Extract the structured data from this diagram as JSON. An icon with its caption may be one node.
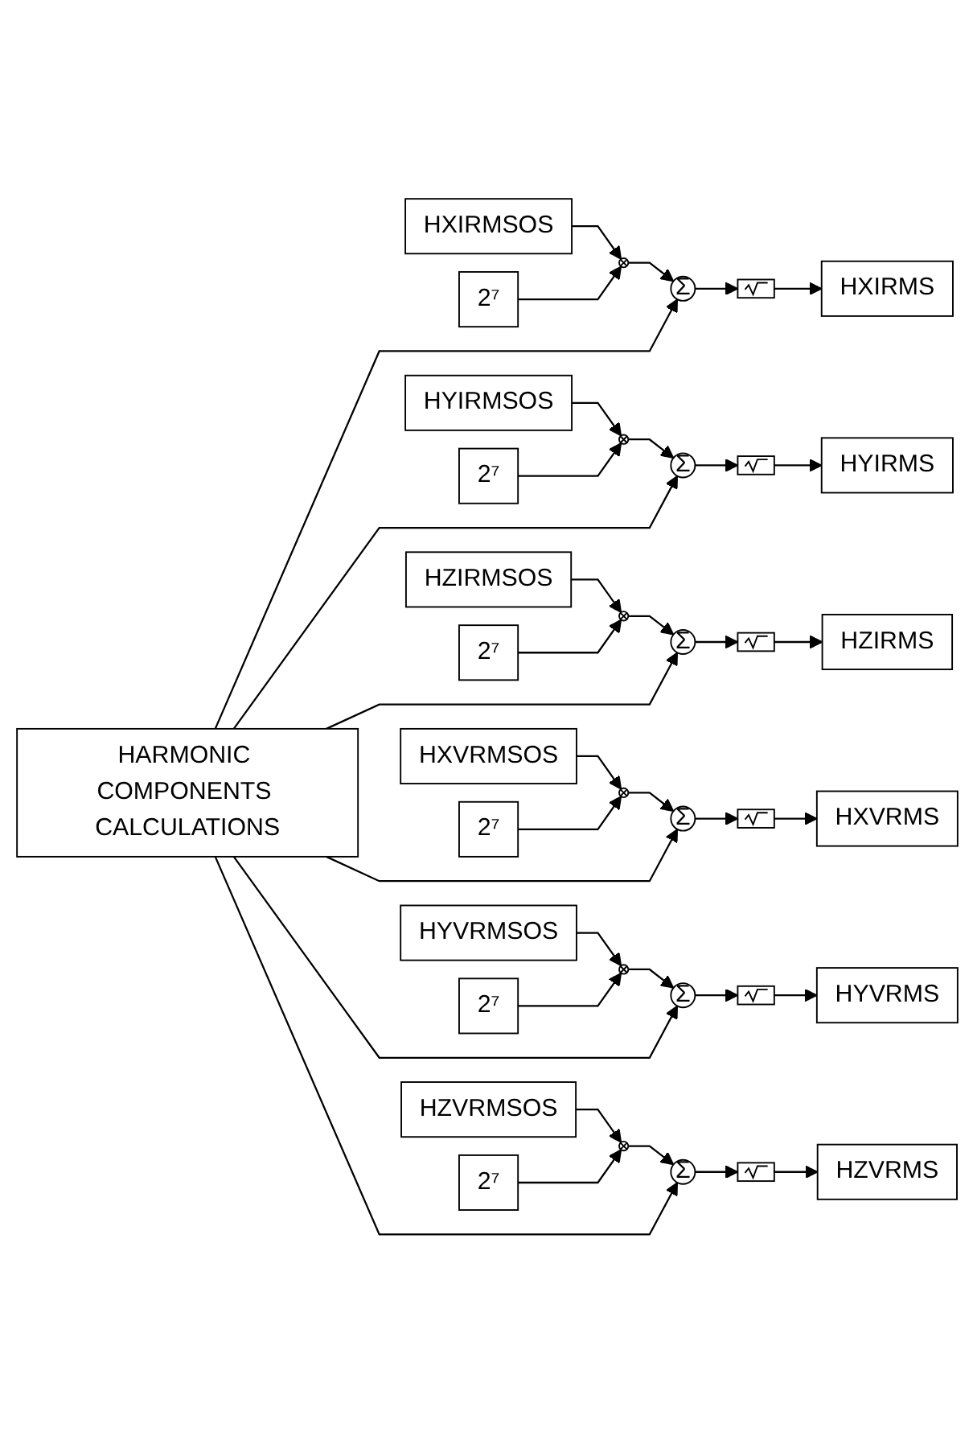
{
  "diagram": {
    "nodes": [
      {
        "text": [
          "HARMONIC COMPONENTS CALCULATIONS"
        ]
      },
      {
        "text": [
          "HXIRMSOS"
        ]
      },
      {
        "text": [
          "2⁷"
        ]
      },
      {
        "text": [],
        "shape": "circle"
      },
      {
        "text": [
          "Σ"
        ]
      },
      {
        "text": [],
        "shape": "box"
      },
      {
        "text": [
          "HXIRMS"
        ]
      },
      {
        "text": [
          "HYIRMSOS"
        ]
      },
      {
        "text": [
          "2⁷"
        ]
      },
      {
        "text": [],
        "shape": "circle"
      },
      {
        "text": [
          "Σ"
        ]
      },
      {
        "text": [],
        "shape": "box"
      },
      {
        "text": [
          "HYIRMS"
        ]
      },
      {
        "text": [
          "HZIRMSOS"
        ]
      },
      {
        "text": [
          "2⁷"
        ]
      },
      {
        "text": [],
        "shape": "circle"
      },
      {
        "text": [
          "Σ"
        ]
      },
      {
        "text": [],
        "shape": "box"
      },
      {
        "text": [
          "HZIRMS"
        ]
      },
      {
        "text": [
          "HXVRMSOS"
        ]
      },
      {
        "text": [
          "2⁷"
        ]
      },
      {
        "text": [],
        "shape": "circle"
      },
      {
        "text": [
          "Σ"
        ]
      },
      {
        "text": [],
        "shape": "box"
      },
      {
        "text": [
          "HXVRMS"
        ]
      },
      {
        "text": [
          "HYVRMSOS"
        ]
      },
      {
        "text": [
          "2⁷"
        ]
      },
      {
        "text": [],
        "shape": "circle"
      },
      {
        "text": [
          "Σ"
        ]
      },
      {
        "text": [],
        "shape": "box"
      },
      {
        "text": [
          "HYVRMS"
        ]
      },
      {
        "text": [
          "HZVRMSOS"
        ]
      },
      {
        "text": [
          "2⁷"
        ]
      },
      {
        "text": [],
        "shape": "circle"
      },
      {
        "text": [
          "Σ"
        ]
      },
      {
        "text": [],
        "shape": "box"
      },
      {
        "text": [
          "HZVRMS"
        ]
      }
    ],
    "edges": [
      {
        "from": 1,
        "to": 3,
        "arrow": "to"
      },
      {
        "from": 2,
        "to": 3,
        "arrow": "to"
      },
      {
        "from": 3,
        "to": 4,
        "arrow": "to"
      },
      {
        "from": 0,
        "to": 4,
        "arrow": "to"
      },
      {
        "from": 4,
        "to": 5,
        "arrow": "to"
      },
      {
        "from": 5,
        "to": 6,
        "arrow": "to"
      },
      {
        "from": 7,
        "to": 9,
        "arrow": "to"
      },
      {
        "from": 8,
        "to": 9,
        "arrow": "to"
      },
      {
        "from": 9,
        "to": 10,
        "arrow": "to"
      },
      {
        "from": 0,
        "to": 10,
        "arrow": "to"
      },
      {
        "from": 10,
        "to": 11,
        "arrow": "to"
      },
      {
        "from": 11,
        "to": 12,
        "arrow": "to"
      },
      {
        "from": 13,
        "to": 15,
        "arrow": "to"
      },
      {
        "from": 14,
        "to": 15,
        "arrow": "to"
      },
      {
        "from": 15,
        "to": 16,
        "arrow": "to"
      },
      {
        "from": 0,
        "to": 16,
        "arrow": "to"
      },
      {
        "from": 16,
        "to": 17,
        "arrow": "to"
      },
      {
        "from": 17,
        "to": 18,
        "arrow": "to"
      },
      {
        "from": 19,
        "to": 21,
        "arrow": "to"
      },
      {
        "from": 20,
        "to": 21,
        "arrow": "to"
      },
      {
        "from": 21,
        "to": 22,
        "arrow": "to"
      },
      {
        "from": 0,
        "to": 22,
        "arrow": "to"
      },
      {
        "from": 22,
        "to": 23,
        "arrow": "to"
      },
      {
        "from": 23,
        "to": 24,
        "arrow": "to"
      },
      {
        "from": 25,
        "to": 27,
        "arrow": "to"
      },
      {
        "from": 26,
        "to": 27,
        "arrow": "to"
      },
      {
        "from": 27,
        "to": 28,
        "arrow": "to"
      },
      {
        "from": 0,
        "to": 28,
        "arrow": "to"
      },
      {
        "from": 28,
        "to": 29,
        "arrow": "to"
      },
      {
        "from": 29,
        "to": 30,
        "arrow": "to"
      },
      {
        "from": 31,
        "to": 33,
        "arrow": "to"
      },
      {
        "from": 32,
        "to": 33,
        "arrow": "to"
      },
      {
        "from": 33,
        "to": 34,
        "arrow": "to"
      },
      {
        "from": 0,
        "to": 34,
        "arrow": "to"
      },
      {
        "from": 34,
        "to": 35,
        "arrow": "to"
      },
      {
        "from": 35,
        "to": 36,
        "arrow": "to"
      }
    ]
  }
}
